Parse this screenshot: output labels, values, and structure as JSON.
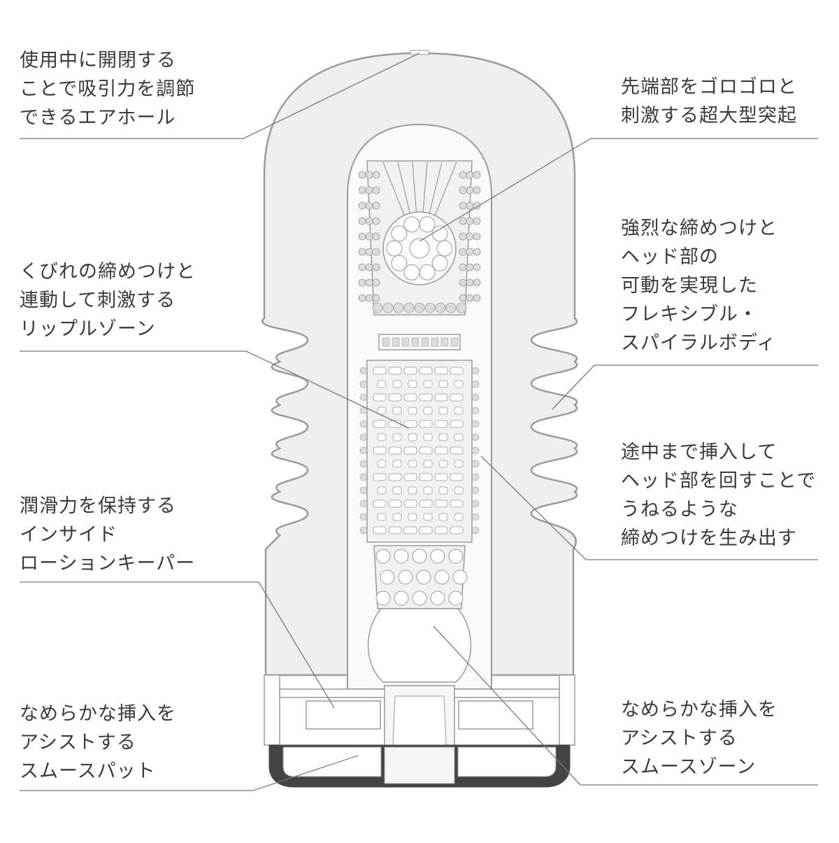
{
  "colors": {
    "outline": "#9a9a9a",
    "body_fill": "#eeeeee",
    "inner_fill": "#fafafa",
    "stimulus_fill": "#f1f1f1",
    "nub_fill": "#dcdcdc",
    "dark_part": "#444444",
    "leader": "#7a7a7a",
    "text": "#3a3a3a"
  },
  "callouts": {
    "air_hole": [
      "使用中に開閉する",
      "ことで吸引力を調節",
      "できるエアホール"
    ],
    "tip_bump": [
      "先端部をゴロゴロと",
      "刺激する超大型突起"
    ],
    "ripple_zone": [
      "くびれの締めつけと",
      "連動して刺激する",
      "リップルゾーン"
    ],
    "spiral_body": [
      "強烈な締めつけと",
      "ヘッド部の",
      "可動を実現した",
      "フレキシブル・",
      "スパイラルボディ"
    ],
    "lotion_keeper": [
      "潤滑力を保持する",
      "インサイド",
      "ローションキーパー"
    ],
    "twist": [
      "途中まで挿入して",
      "ヘッド部を回すことで",
      "うねるような",
      "締めつけを生み出す"
    ],
    "smooth_pad": [
      "なめらかな挿入を",
      "アシストする",
      "スムースパット"
    ],
    "smooth_zone": [
      "なめらかな挿入を",
      "アシストする",
      "スムースゾーン"
    ]
  }
}
